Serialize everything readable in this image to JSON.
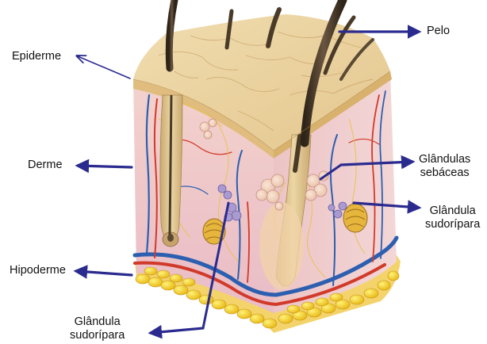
{
  "colors": {
    "arrow": "#2b2b8f",
    "epidermis": "#e6cd92",
    "dermis": "#eec6c4",
    "fat": "#f1cf2a",
    "artery": "#d13a2a",
    "vein": "#2d5fb0",
    "hair": "#4a3a28"
  },
  "labels": {
    "epiderme": "Epiderme",
    "derme": "Derme",
    "hipoderme": "Hipoderme",
    "pelo": "Pelo",
    "sebaceas_line1": "Glândulas",
    "sebaceas_line2": "sebáceas",
    "sudoripara_right_line1": "Glândula",
    "sudoripara_right_line2": "sudorípara",
    "sudoripara_bottom_line1": "Glândula",
    "sudoripara_bottom_line2": "sudorípara"
  }
}
